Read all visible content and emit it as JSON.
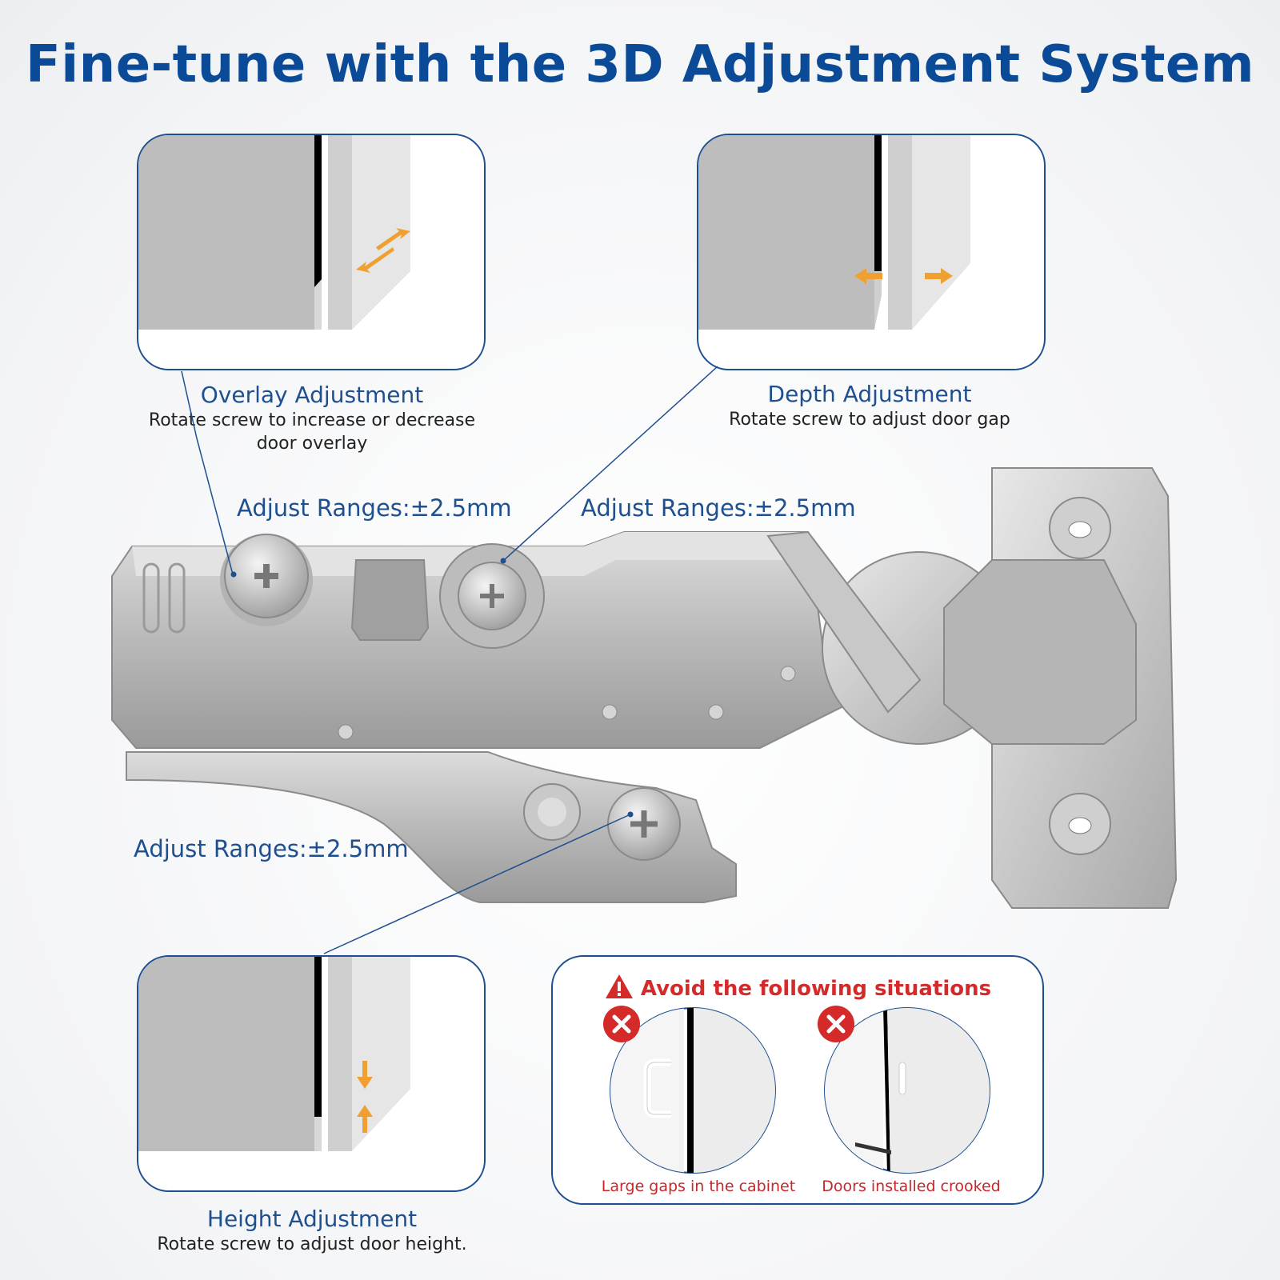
{
  "title": "Fine-tune with the 3D Adjustment System",
  "panels": {
    "overlay": {
      "title": "Overlay Adjustment",
      "desc_line1": "Rotate screw to increase or decrease",
      "desc_line2": "door overlay",
      "range": "Adjust Ranges:±2.5mm"
    },
    "depth": {
      "title": "Depth Adjustment",
      "desc": "Rotate screw to adjust door gap",
      "range": "Adjust Ranges:±2.5mm"
    },
    "height": {
      "title": "Height Adjustment",
      "desc": "Rotate screw to adjust door height.",
      "range": "Adjust Ranges:±2.5mm"
    }
  },
  "warning": {
    "title": "Avoid the following situations",
    "items": [
      {
        "label": "Large gaps in the cabinet",
        "icon": "x-circle-icon"
      },
      {
        "label": "Doors installed crooked",
        "icon": "x-circle-icon"
      }
    ]
  },
  "colors": {
    "brand_blue": "#0b4a97",
    "outline_blue": "#1e4f8f",
    "warning_red": "#d42a2a",
    "arrow_orange": "#f0a030"
  },
  "icons": {
    "warning": "warning-triangle-icon",
    "error": "x-circle-icon",
    "arrow": "orange-double-arrow-icon"
  }
}
